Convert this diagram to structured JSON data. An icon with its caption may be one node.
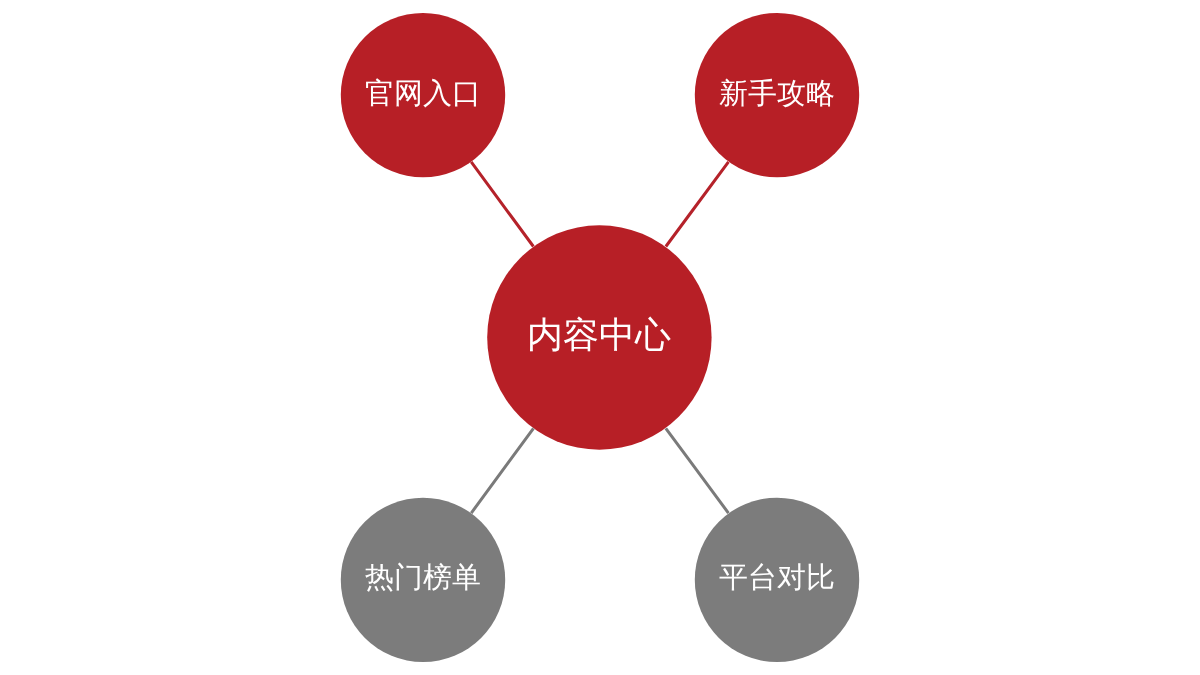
{
  "diagram": {
    "nodes": [
      {
        "text": [
          "官网入口"
        ]
      },
      {
        "text": [
          "新手攻略"
        ]
      },
      {
        "text": [
          "内容中心"
        ]
      },
      {
        "text": [
          "热门榜单"
        ]
      },
      {
        "text": [
          "平台对比"
        ]
      }
    ],
    "edges": [
      {
        "from": 0,
        "to": 2,
        "arrow": "none",
        "color": "#b5222a"
      },
      {
        "from": 1,
        "to": 2,
        "arrow": "none",
        "color": "#b5222a"
      },
      {
        "from": 2,
        "to": 3,
        "arrow": "none",
        "color": "#7a7a7a"
      },
      {
        "from": 2,
        "to": 4,
        "arrow": "none",
        "color": "#7a7a7a"
      }
    ]
  }
}
